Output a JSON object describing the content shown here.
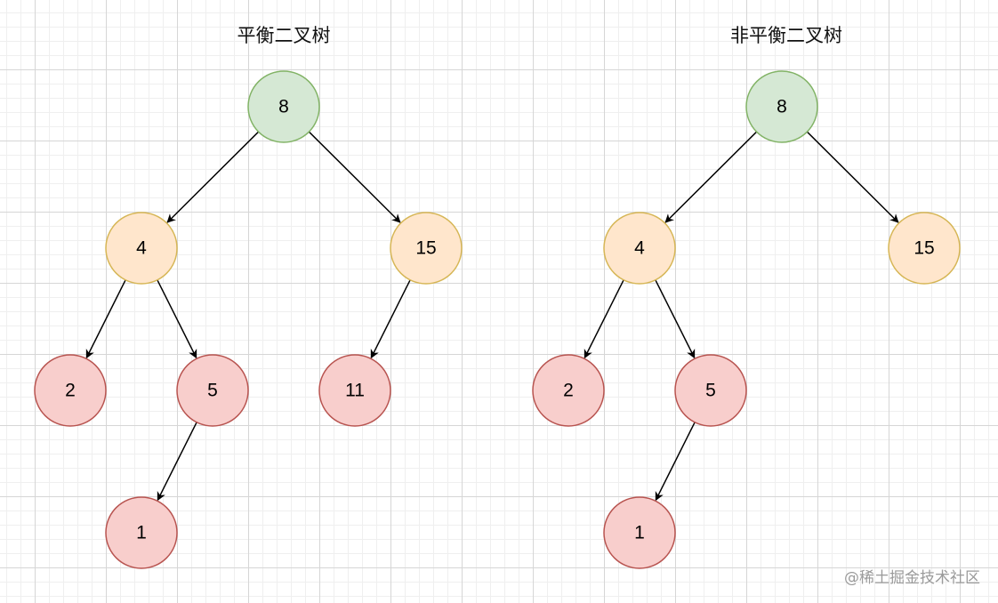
{
  "colors": {
    "green_fill": "#d5e8d4",
    "green_stroke": "#82b366",
    "orange_fill": "#ffe6cc",
    "orange_stroke": "#d6b656",
    "red_fill": "#f8cecc",
    "red_stroke": "#b85450",
    "edge": "#000000",
    "watermark": "#9a9a9a"
  },
  "trees": [
    {
      "title": "平衡二叉树",
      "nodes": [
        {
          "id": "a8",
          "label": "8",
          "color": "green"
        },
        {
          "id": "a4",
          "label": "4",
          "color": "orange"
        },
        {
          "id": "a15",
          "label": "15",
          "color": "orange"
        },
        {
          "id": "a2",
          "label": "2",
          "color": "red"
        },
        {
          "id": "a5",
          "label": "5",
          "color": "red"
        },
        {
          "id": "a11",
          "label": "11",
          "color": "red"
        },
        {
          "id": "a1",
          "label": "1",
          "color": "red"
        }
      ],
      "edges": [
        {
          "from": "a8",
          "to": "a4"
        },
        {
          "from": "a8",
          "to": "a15"
        },
        {
          "from": "a4",
          "to": "a2"
        },
        {
          "from": "a4",
          "to": "a5"
        },
        {
          "from": "a15",
          "to": "a11"
        },
        {
          "from": "a5",
          "to": "a1"
        }
      ]
    },
    {
      "title": "非平衡二叉树",
      "nodes": [
        {
          "id": "b8",
          "label": "8",
          "color": "green"
        },
        {
          "id": "b4",
          "label": "4",
          "color": "orange"
        },
        {
          "id": "b15",
          "label": "15",
          "color": "orange"
        },
        {
          "id": "b2",
          "label": "2",
          "color": "red"
        },
        {
          "id": "b5",
          "label": "5",
          "color": "red"
        },
        {
          "id": "b1",
          "label": "1",
          "color": "red"
        }
      ],
      "edges": [
        {
          "from": "b8",
          "to": "b4"
        },
        {
          "from": "b8",
          "to": "b15"
        },
        {
          "from": "b4",
          "to": "b2"
        },
        {
          "from": "b4",
          "to": "b5"
        },
        {
          "from": "b5",
          "to": "b1"
        }
      ]
    }
  ],
  "watermark": "@稀土掘金技术社区"
}
